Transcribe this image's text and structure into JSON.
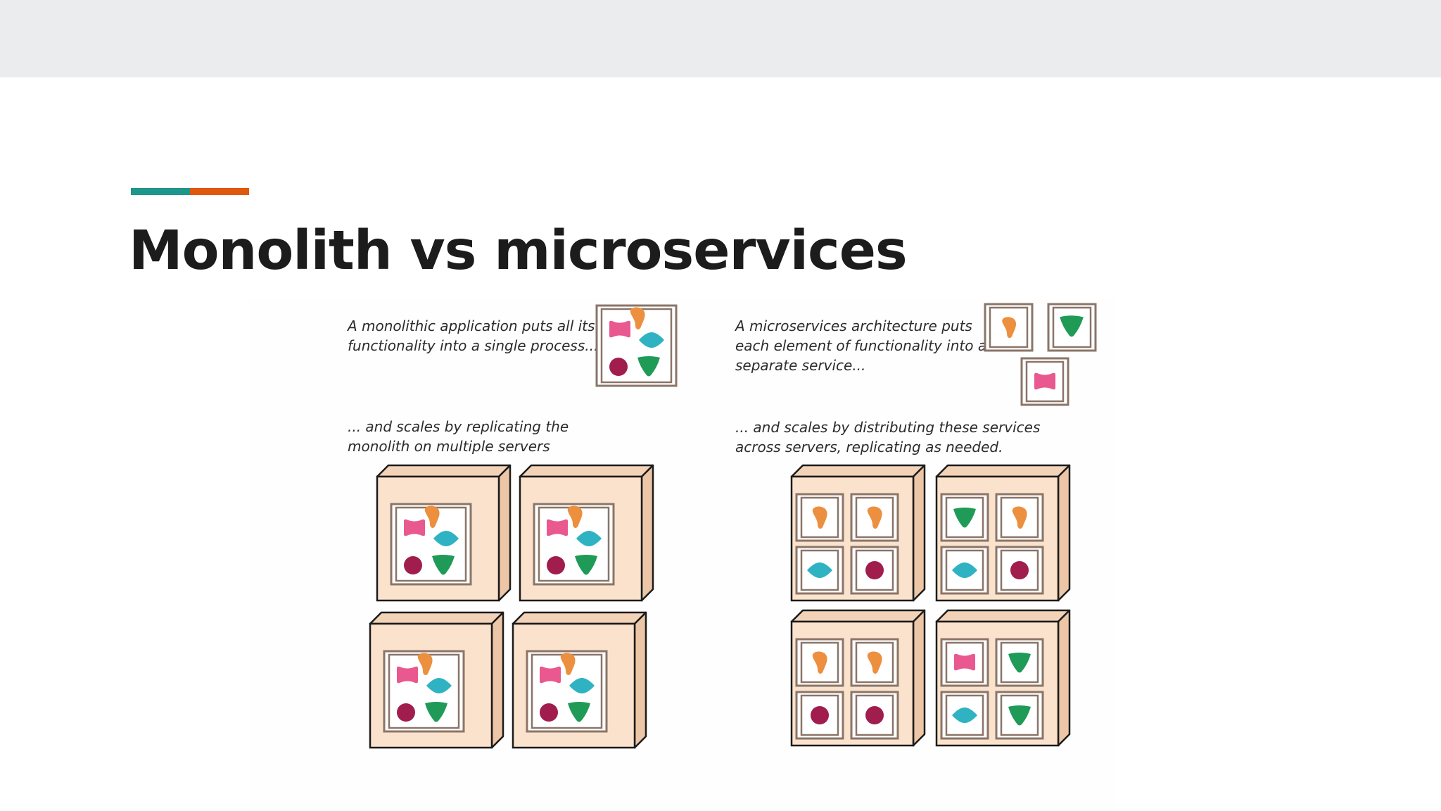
{
  "slide": {
    "title": "Monolith vs microservices",
    "accent_colors": [
      "#1f968b",
      "#e0580e"
    ]
  },
  "diagram": {
    "monolith": {
      "caption_top": "A monolithic application puts all its\nfunctionality into a single process...",
      "caption_scale": "... and scales by replicating the\nmonolith on multiple servers",
      "server_count": 4
    },
    "microservices": {
      "caption_top": "A microservices architecture puts\neach element of functionality into a\nseparate service...",
      "caption_scale": "... and scales by distributing these services\nacross servers, replicating as needed.",
      "server_count": 4
    },
    "shape_colors": {
      "pink-bowtie": "#e9588e",
      "orange-blob": "#ec8f3f",
      "teal-diamond": "#2fb3c3",
      "maroon-circle": "#a01d4e",
      "green-triangle": "#1f9b57"
    }
  }
}
